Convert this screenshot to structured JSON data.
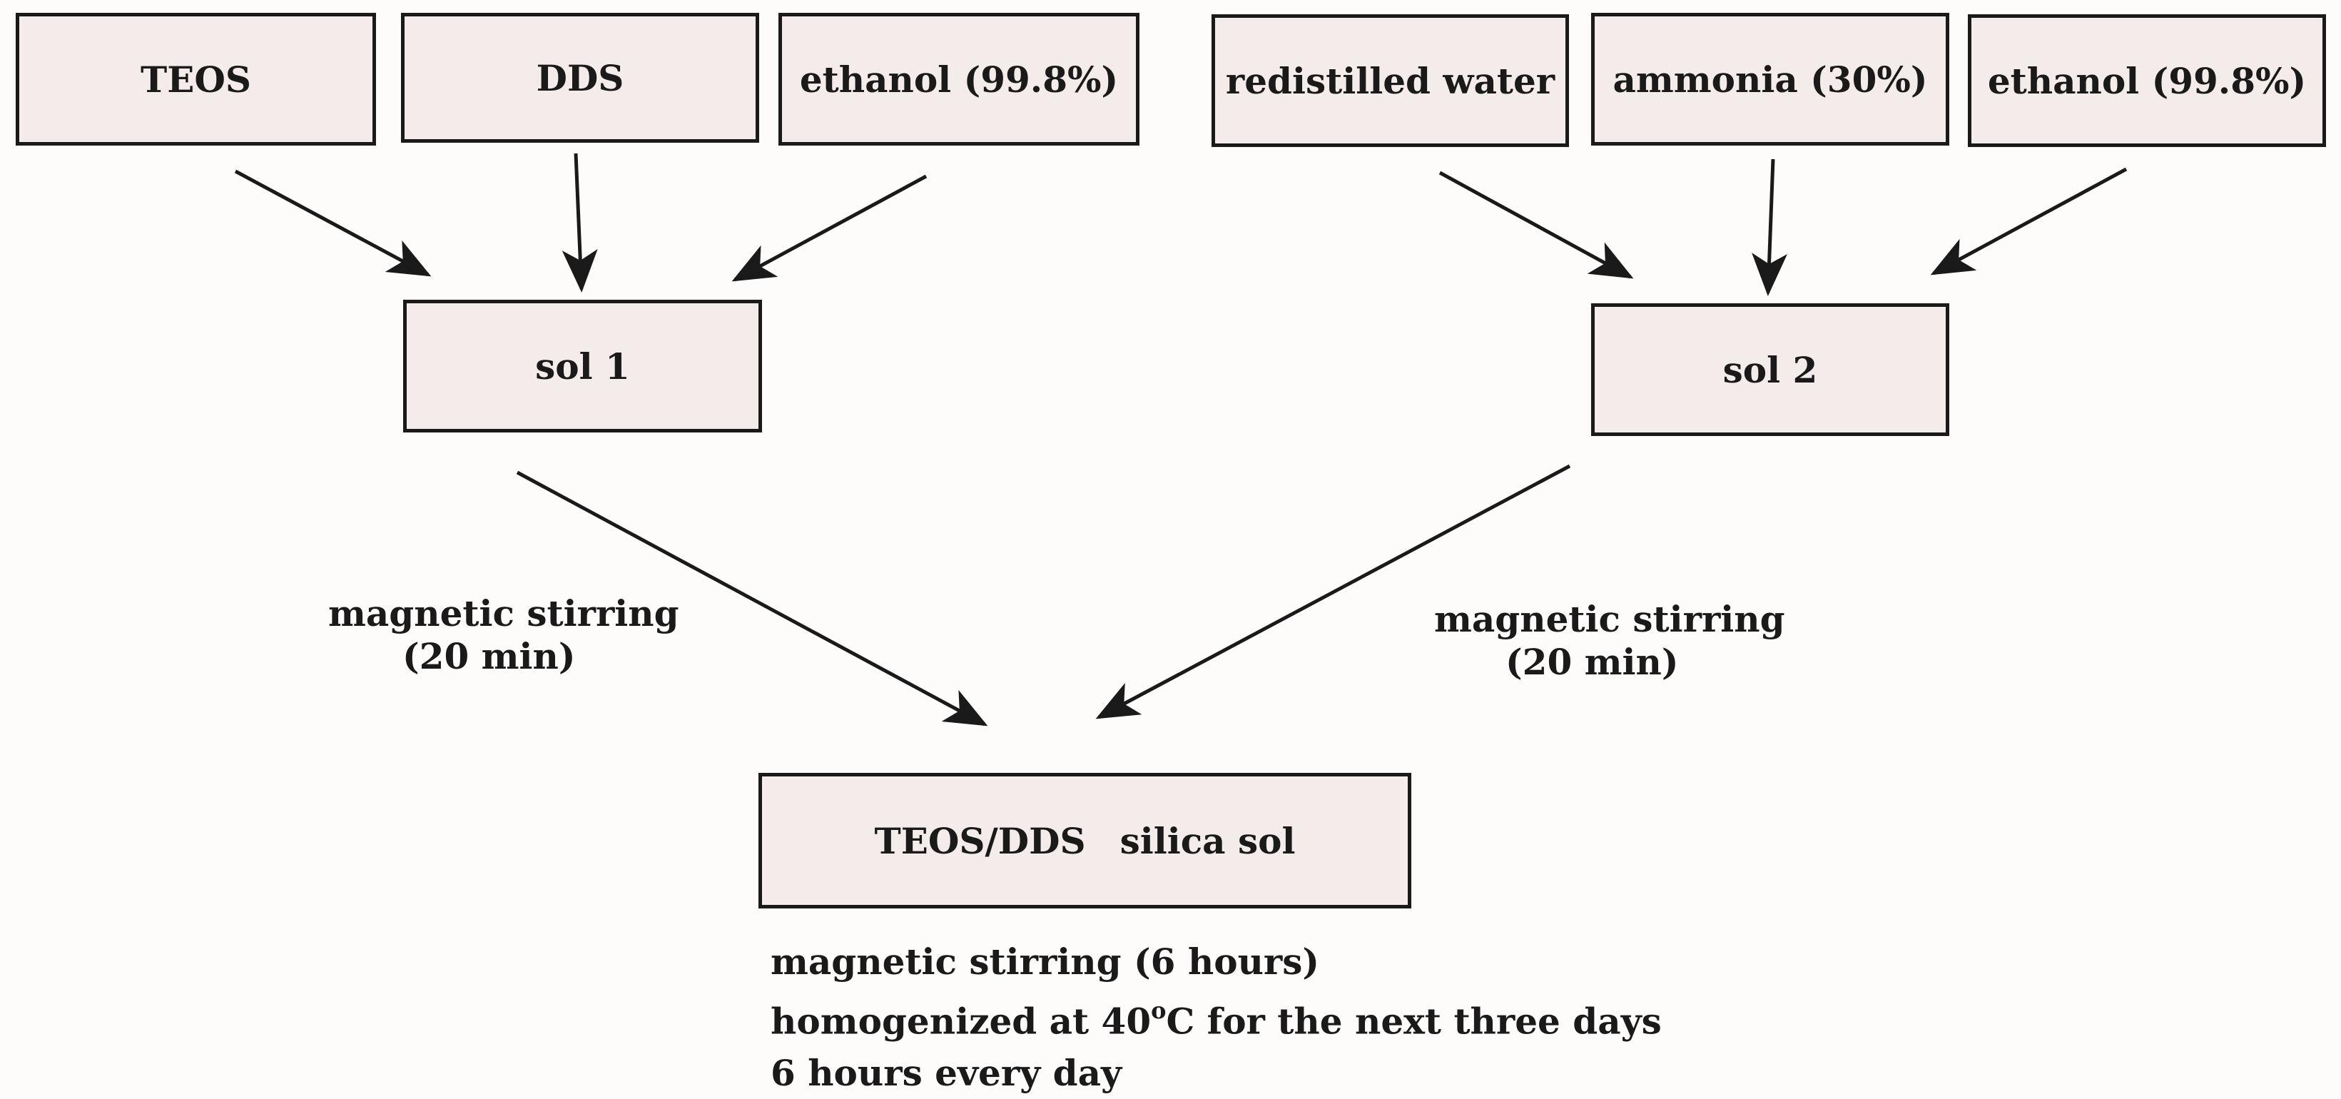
{
  "inputs_left": {
    "teos": "TEOS",
    "dds": "DDS",
    "ethanol": "ethanol (99.8%)"
  },
  "inputs_right": {
    "water": "redistilled water",
    "ammonia": "ammonia (30%)",
    "ethanol": "ethanol (99.8%)"
  },
  "sol1": "sol 1",
  "sol2": "sol 2",
  "final": {
    "teos_dds": "TEOS/DDS",
    "silica_sol": "silica sol"
  },
  "stirring_left": {
    "line1": "magnetic stirring",
    "line2": "(20 min)"
  },
  "stirring_right": {
    "line1": "magnetic stirring",
    "line2": "(20 min)"
  },
  "notes": [
    "magnetic stirring (6 hours)",
    "homogenized at 40",
    "o",
    "C for the next three days",
    "6 hours every day"
  ]
}
